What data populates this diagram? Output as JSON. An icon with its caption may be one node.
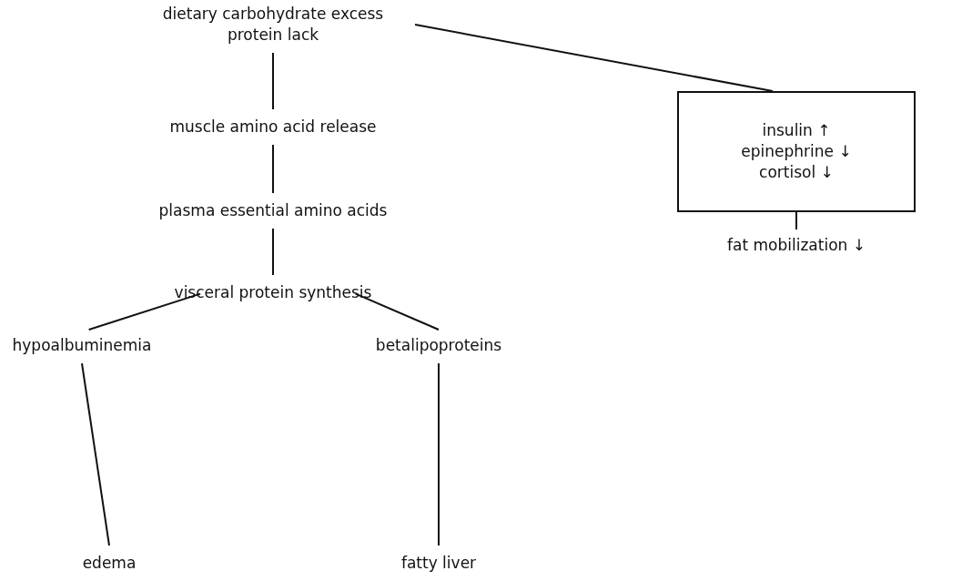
{
  "diagram": {
    "nodes": [
      {
        "text": [
          "dietary carbohydrate excess protein lack"
        ]
      },
      {
        "text": [
          "muscle amino acid release"
        ]
      },
      {
        "text": [
          "plasma essential amino acids"
        ]
      },
      {
        "text": [
          "visceral protein synthesis"
        ]
      },
      {
        "text": [
          "hypoalbuminemia"
        ]
      },
      {
        "text": [
          "betalipoproteins"
        ]
      },
      {
        "text": [
          "edema"
        ]
      },
      {
        "text": [
          "fatty liver"
        ]
      },
      {
        "text": [
          "insulin ↑",
          "epinephrine ↓",
          "cortisol ↓"
        ]
      },
      {
        "text": [
          "fat mobilization ↓"
        ]
      }
    ],
    "edges": [
      {
        "from": 0,
        "to": 1,
        "arrow": "none"
      },
      {
        "from": 1,
        "to": 2,
        "arrow": "none"
      },
      {
        "from": 2,
        "to": 3,
        "arrow": "none"
      },
      {
        "from": 3,
        "to": 4,
        "arrow": "none"
      },
      {
        "from": 3,
        "to": 5,
        "arrow": "none"
      },
      {
        "from": 4,
        "to": 6,
        "arrow": "none"
      },
      {
        "from": 5,
        "to": 7,
        "arrow": "none"
      },
      {
        "from": 0,
        "to": 8,
        "arrow": "none"
      },
      {
        "from": 8,
        "to": 9,
        "arrow": "none"
      }
    ]
  }
}
